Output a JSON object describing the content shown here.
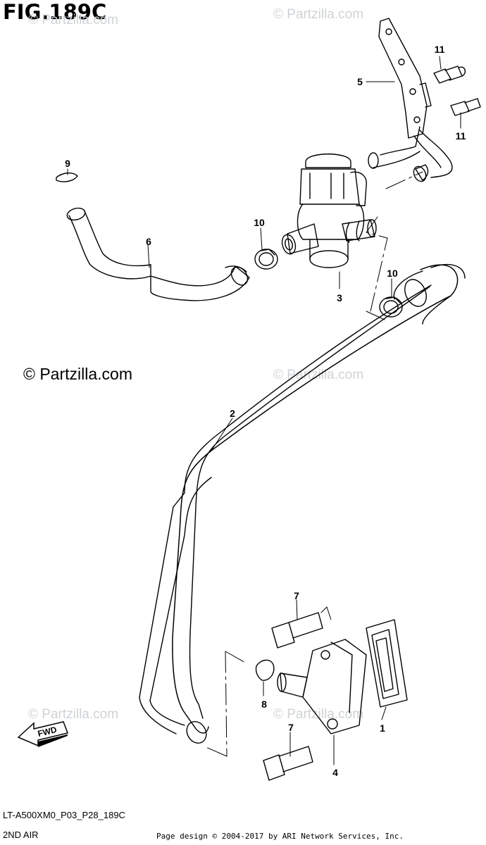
{
  "figure": {
    "title": "FIG.189C",
    "code": "LT-A500XM0_P03_P28_189C",
    "name": "2ND AIR"
  },
  "watermarks": {
    "small": "© Partzilla.com",
    "big": "© Partzilla.com"
  },
  "credit": "Page design © 2004-2017 by ARI Network Services, Inc.",
  "fwd_label": "FWD",
  "callouts": [
    {
      "id": "1",
      "label": "1"
    },
    {
      "id": "2",
      "label": "2"
    },
    {
      "id": "3",
      "label": "3"
    },
    {
      "id": "4",
      "label": "4"
    },
    {
      "id": "5",
      "label": "5"
    },
    {
      "id": "6",
      "label": "6"
    },
    {
      "id": "7a",
      "label": "7"
    },
    {
      "id": "7b",
      "label": "7"
    },
    {
      "id": "8",
      "label": "8"
    },
    {
      "id": "9",
      "label": "9"
    },
    {
      "id": "10a",
      "label": "10"
    },
    {
      "id": "10b",
      "label": "10"
    },
    {
      "id": "11a",
      "label": "11"
    },
    {
      "id": "11b",
      "label": "11"
    }
  ]
}
